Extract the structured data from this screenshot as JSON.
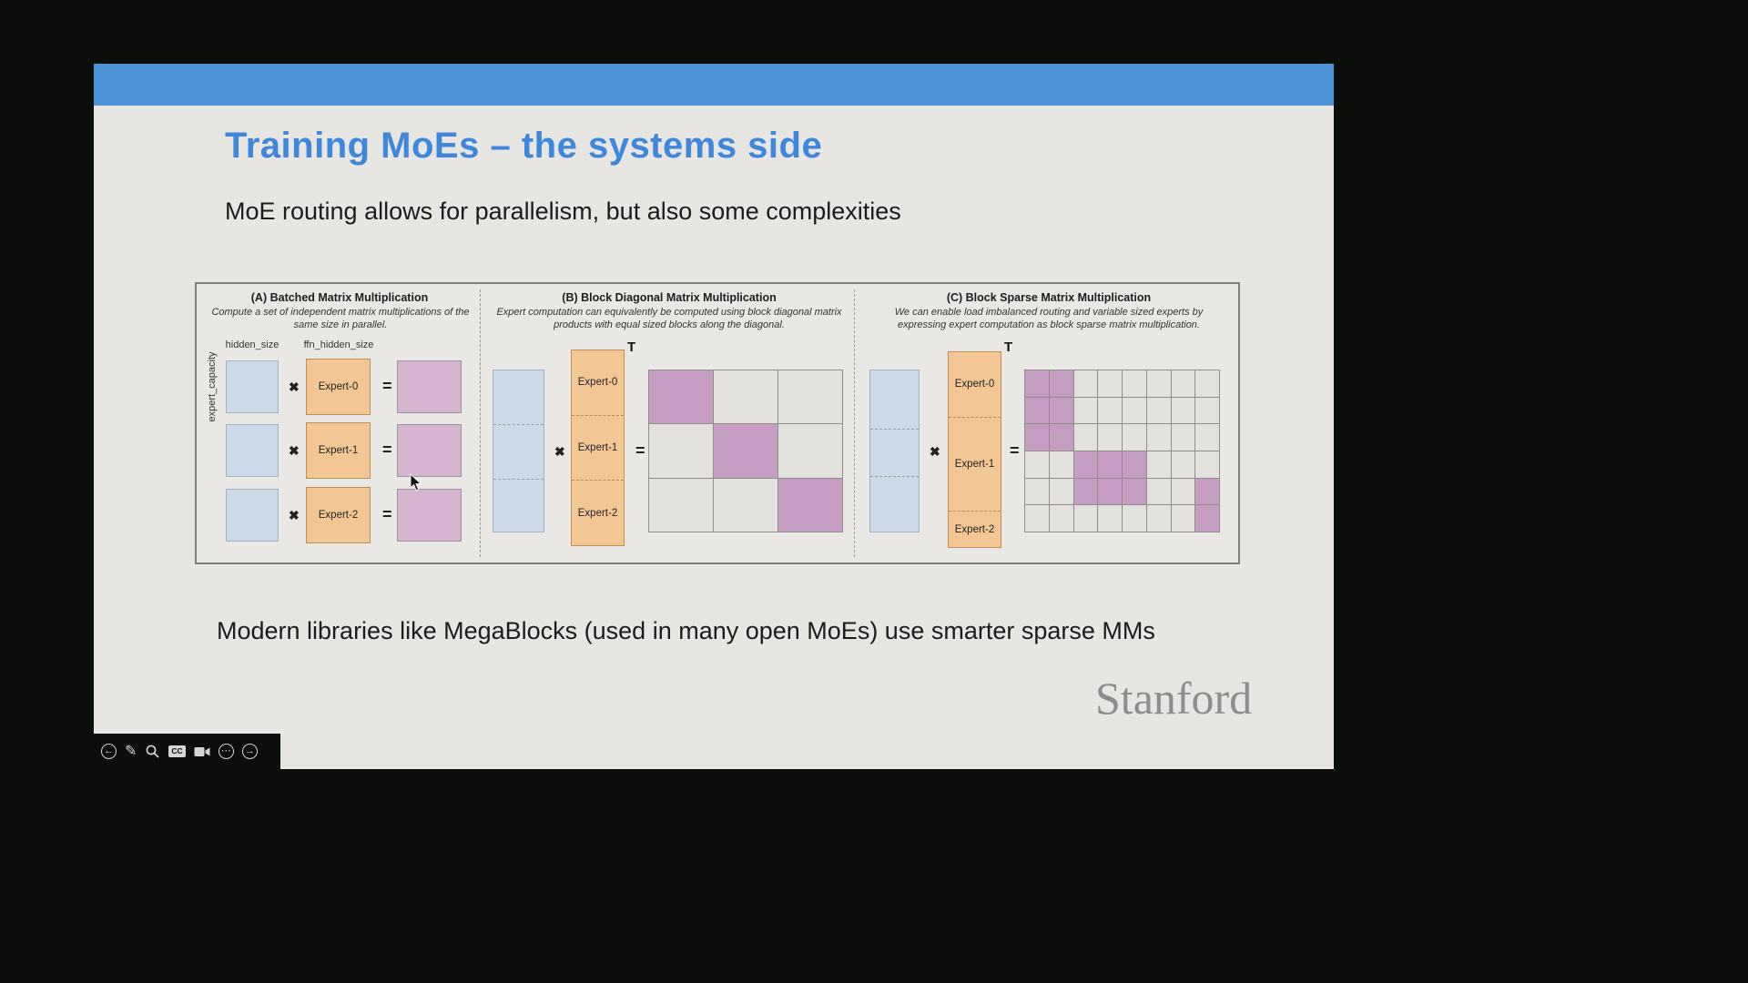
{
  "slide": {
    "title": "Training MoEs – the systems side",
    "subtitle": "MoE routing allows for parallelism, but also some complexities",
    "bottom_text": "Modern libraries like MegaBlocks (used in many open MoEs) use smarter sparse MMs",
    "brand": "Stanford"
  },
  "figure": {
    "symbols": {
      "multiply": "✖",
      "equals": "=",
      "transpose": "T"
    },
    "panel_a": {
      "title": "(A) Batched Matrix Multiplication",
      "caption": "Compute a set of independent matrix multiplications of the same size in parallel.",
      "label_hidden_size": "hidden_size",
      "label_ffn_hidden_size": "ffn_hidden_size",
      "label_expert_capacity": "expert_capacity",
      "experts": [
        "Expert-0",
        "Expert-1",
        "Expert-2"
      ]
    },
    "panel_b": {
      "title": "(B) Block Diagonal Matrix Multiplication",
      "caption": "Expert computation can equivalently be computed using block diagonal matrix products with equal sized blocks along the diagonal.",
      "experts": [
        "Expert-0",
        "Expert-1",
        "Expert-2"
      ],
      "grid": [
        [
          1,
          0,
          0
        ],
        [
          0,
          1,
          0
        ],
        [
          0,
          0,
          1
        ]
      ]
    },
    "panel_c": {
      "title": "(C) Block Sparse Matrix Multiplication",
      "caption": "We can enable load imbalanced routing and variable sized experts by expressing expert computation as block sparse matrix multiplication.",
      "experts": [
        "Expert-0",
        "Expert-1",
        "Expert-2"
      ],
      "grid": [
        [
          1,
          1,
          0,
          0,
          0,
          0,
          0,
          0
        ],
        [
          1,
          1,
          0,
          0,
          0,
          0,
          0,
          0
        ],
        [
          1,
          1,
          0,
          0,
          0,
          0,
          0,
          0
        ],
        [
          0,
          0,
          1,
          1,
          1,
          0,
          0,
          0
        ],
        [
          0,
          0,
          1,
          1,
          1,
          0,
          0,
          1
        ],
        [
          0,
          0,
          0,
          0,
          0,
          0,
          0,
          1
        ]
      ]
    }
  },
  "player": {
    "icons": {
      "back": "←",
      "pen": "✎",
      "zoom": "magnifier",
      "cc": "CC",
      "camera": "video-camera",
      "more": "⋯",
      "forward": "→"
    }
  },
  "colors": {
    "accent_blue": "#4d94d6",
    "title_blue": "#3e87da",
    "matrix_blue": "#ccd9e6",
    "matrix_orange": "#f2c795",
    "matrix_purple": "#c69dc2",
    "result_pink": "#d6b4cf",
    "slide_bg": "#e8e6e3"
  }
}
